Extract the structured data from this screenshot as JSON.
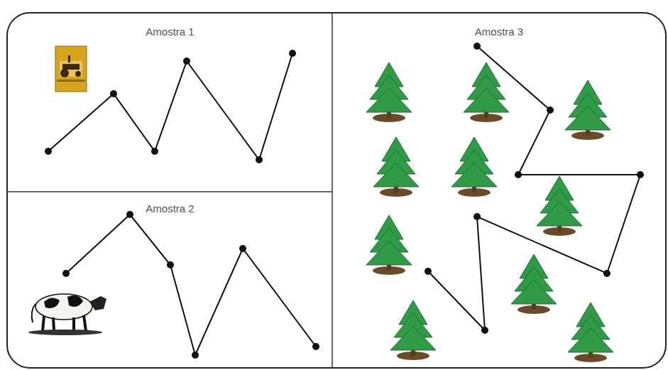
{
  "diagram": {
    "nodes": [
      {
        "text": [
          "Amostra 1"
        ]
      },
      {
        "text": [
          "Amostra 2"
        ]
      },
      {
        "text": [
          "Amostra 3"
        ]
      }
    ]
  }
}
